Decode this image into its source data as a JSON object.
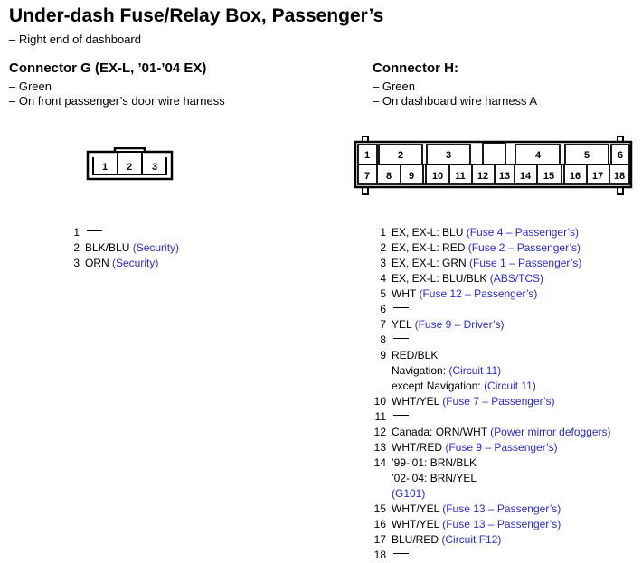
{
  "title": "Under-dash Fuse/Relay Box, Passenger’s",
  "subtitle": "– Right end of dashboard",
  "connector_g": {
    "heading": "Connector G (EX-L, ’01-’04 EX)",
    "notes": [
      "– Green",
      "– On front passenger’s door wire harness"
    ],
    "cavities": [
      "1",
      "2",
      "3"
    ],
    "pins": [
      {
        "num": "1",
        "lines": [
          {
            "text": "",
            "link": "",
            "dash": true
          }
        ]
      },
      {
        "num": "2",
        "lines": [
          {
            "text": "BLK/BLU ",
            "link": "(Security)"
          }
        ]
      },
      {
        "num": "3",
        "lines": [
          {
            "text": "ORN ",
            "link": "(Security)"
          }
        ]
      }
    ]
  },
  "connector_h": {
    "heading": "Connector H:",
    "notes": [
      "– Green",
      "– On dashboard wire harness A"
    ],
    "cavities": [
      "1",
      "2",
      "3",
      "4",
      "5",
      "6",
      "7",
      "8",
      "9",
      "10",
      "11",
      "12",
      "13",
      "14",
      "15",
      "16",
      "17",
      "18"
    ],
    "pins": [
      {
        "num": "1",
        "lines": [
          {
            "text": "EX, EX-L: BLU ",
            "link": "(Fuse 4 – Passenger’s)"
          }
        ]
      },
      {
        "num": "2",
        "lines": [
          {
            "text": "EX, EX-L: RED ",
            "link": "(Fuse 2 – Passenger’s)"
          }
        ]
      },
      {
        "num": "3",
        "lines": [
          {
            "text": "EX, EX-L: GRN ",
            "link": "(Fuse 1 – Passenger’s)"
          }
        ]
      },
      {
        "num": "4",
        "lines": [
          {
            "text": "EX, EX-L: BLU/BLK ",
            "link": "(ABS/TCS)"
          }
        ]
      },
      {
        "num": "5",
        "lines": [
          {
            "text": "WHT ",
            "link": "(Fuse 12 – Passenger’s)"
          }
        ]
      },
      {
        "num": "6",
        "lines": [
          {
            "text": "",
            "link": "",
            "dash": true
          }
        ]
      },
      {
        "num": "7",
        "lines": [
          {
            "text": "YEL ",
            "link": "(Fuse 9 – Driver’s)"
          }
        ]
      },
      {
        "num": "8",
        "lines": [
          {
            "text": "",
            "link": "",
            "dash": true
          }
        ]
      },
      {
        "num": "9",
        "lines": [
          {
            "text": "RED/BLK",
            "link": ""
          },
          {
            "text": "Navigation: ",
            "link": "(Circuit 11)"
          },
          {
            "text": "except Navigation: ",
            "link": "(Circuit 11)"
          }
        ]
      },
      {
        "num": "10",
        "lines": [
          {
            "text": "WHT/YEL ",
            "link": "(Fuse 7 – Passenger’s)"
          }
        ]
      },
      {
        "num": "11",
        "lines": [
          {
            "text": "",
            "link": "",
            "dash": true
          }
        ]
      },
      {
        "num": "12",
        "lines": [
          {
            "text": "Canada: ORN/WHT ",
            "link": "(Power mirror defoggers)"
          }
        ]
      },
      {
        "num": "13",
        "lines": [
          {
            "text": "WHT/RED ",
            "link": "(Fuse 9 – Passenger’s)"
          }
        ]
      },
      {
        "num": "14",
        "lines": [
          {
            "text": "’99-’01: BRN/BLK",
            "link": ""
          },
          {
            "text": "’02-’04: BRN/YEL",
            "link": ""
          },
          {
            "text": "",
            "link": "(G101)"
          }
        ]
      },
      {
        "num": "15",
        "lines": [
          {
            "text": "WHT/YEL ",
            "link": "(Fuse 13 – Passenger’s)"
          }
        ]
      },
      {
        "num": "16",
        "lines": [
          {
            "text": "WHT/YEL ",
            "link": "(Fuse 13 – Passenger’s)"
          }
        ]
      },
      {
        "num": "17",
        "lines": [
          {
            "text": "BLU/RED ",
            "link": "(Circuit F12)"
          }
        ]
      },
      {
        "num": "18",
        "lines": [
          {
            "text": "",
            "link": "",
            "dash": true
          }
        ]
      }
    ]
  },
  "colors": {
    "link": "#2b2bd6",
    "text": "#000000"
  }
}
